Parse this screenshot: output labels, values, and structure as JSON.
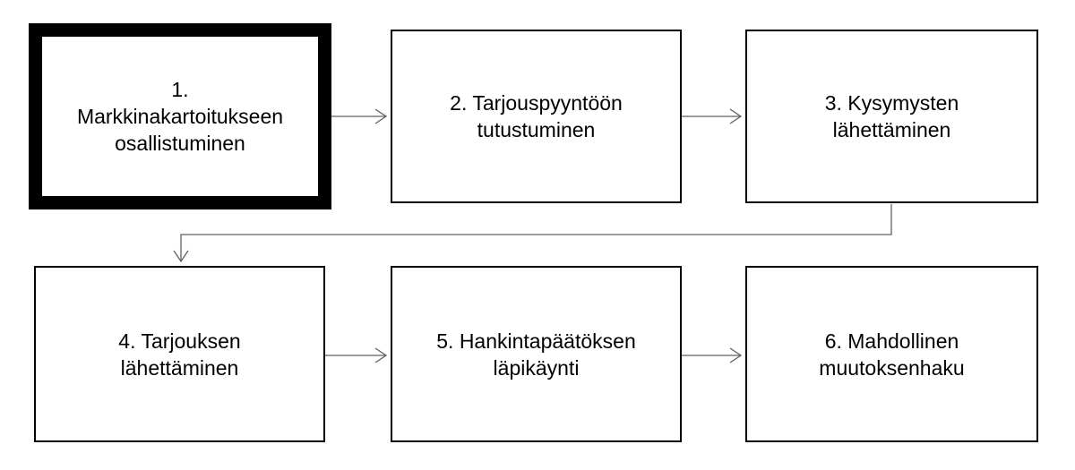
{
  "steps": [
    {
      "lines": [
        "1.",
        "Markkinakartoitukseen",
        "osallistuminen"
      ],
      "active": true
    },
    {
      "lines": [
        "2. Tarjouspyyntöön",
        "tutustuminen"
      ],
      "active": false
    },
    {
      "lines": [
        "3. Kysymysten",
        "lähettäminen"
      ],
      "active": false
    },
    {
      "lines": [
        "4. Tarjouksen",
        "lähettäminen"
      ],
      "active": false
    },
    {
      "lines": [
        "5. Hankintapäätöksen",
        "läpikäynti"
      ],
      "active": false
    },
    {
      "lines": [
        "6. Mahdollinen",
        "muutoksenhaku"
      ],
      "active": false
    }
  ],
  "colors": {
    "border": "#000000",
    "connector": "#606060"
  }
}
